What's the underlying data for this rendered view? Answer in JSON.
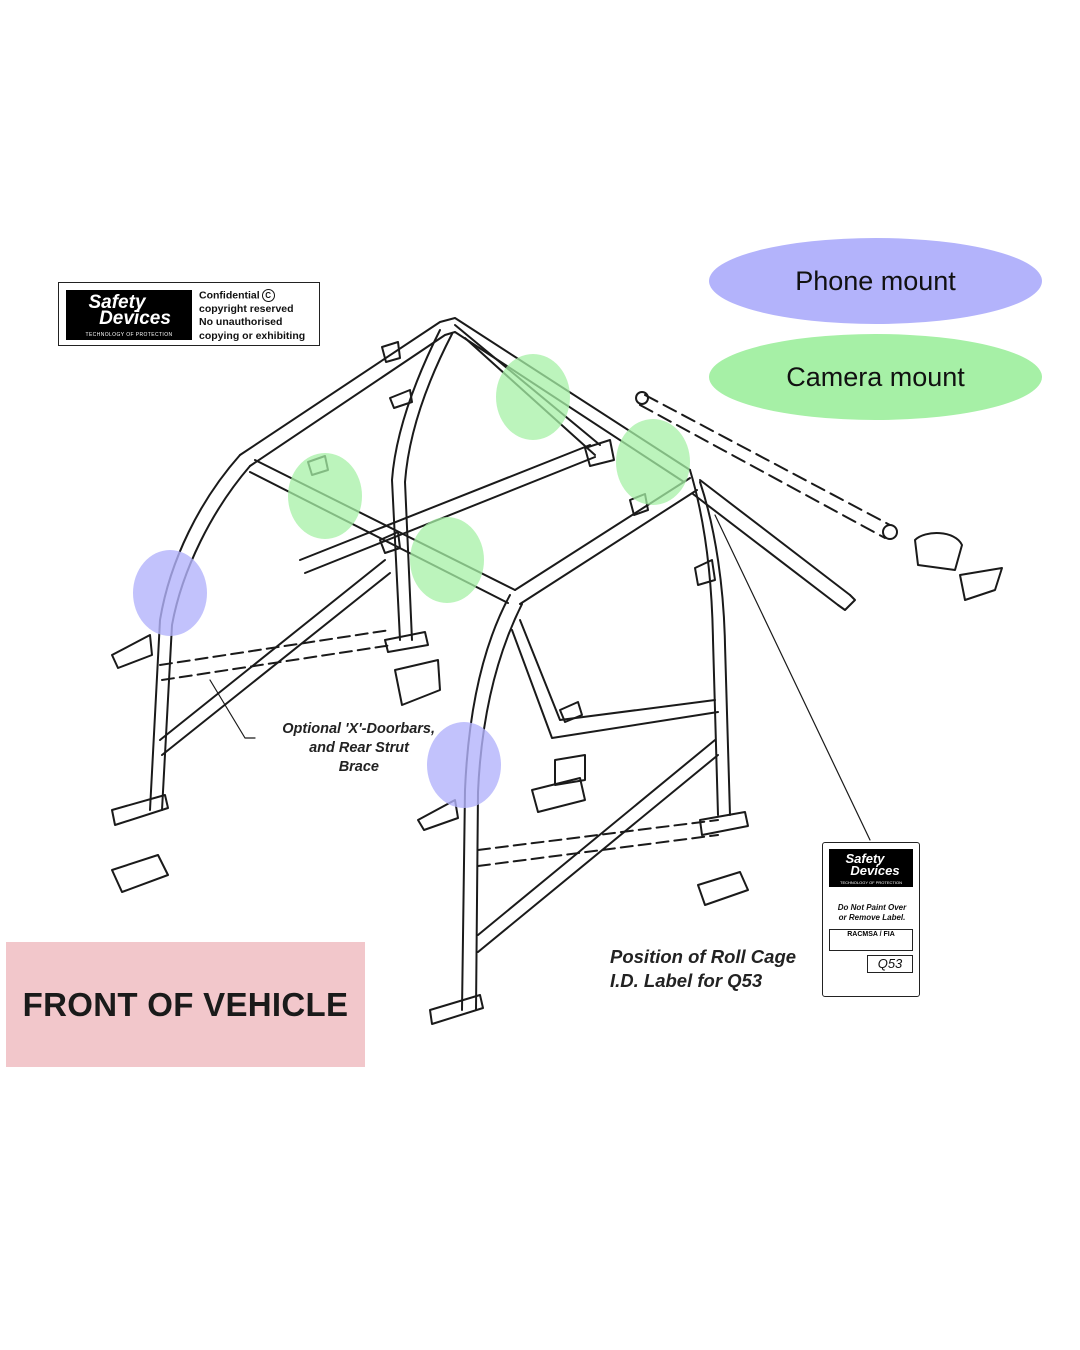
{
  "logo": {
    "line1": "Safety",
    "line2": "Devices",
    "tagline": "TECHNOLOGY OF PROTECTION",
    "notice": [
      "Confidential",
      "copyright reserved",
      "No unauthorised",
      "copying or exhibiting"
    ],
    "copyright_symbol": "C"
  },
  "legend": {
    "phone_mount": {
      "label": "Phone mount",
      "color": "#b3b3fb"
    },
    "camera_mount": {
      "label": "Camera mount",
      "color": "#a6f0a6"
    }
  },
  "front_label": {
    "text": "FRONT OF VEHICLE",
    "color": "#f2c7cb"
  },
  "annotations": {
    "doorbars": [
      "Optional 'X'-Doorbars,",
      "and Rear Strut",
      "Brace"
    ],
    "id_label_position": [
      "Position of Roll Cage",
      "I.D. Label for Q53"
    ]
  },
  "id_label": {
    "logo_line1": "Safety",
    "logo_line2": "Devices",
    "tagline": "TECHNOLOGY OF PROTECTION",
    "warning": [
      "Do Not Paint Over",
      "or Remove Label."
    ],
    "authority": "RACMSA / FIA",
    "code": "Q53"
  },
  "highlights": {
    "phone_color": "#b3b3fb",
    "camera_color": "#a6f0a6"
  }
}
